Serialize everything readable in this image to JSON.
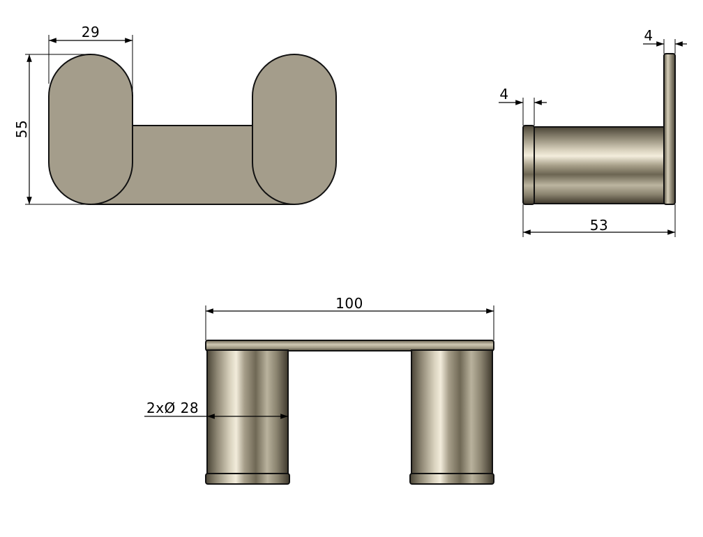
{
  "drawing": {
    "front_view": {
      "width_label": "29",
      "height_label": "55",
      "fill_color": "#a49d8b"
    },
    "side_view": {
      "plate_thickness_label": "4",
      "cap_thickness_label": "4",
      "depth_label": "53"
    },
    "top_view": {
      "width_label": "100",
      "diameter_label": "2xØ 28"
    },
    "colors": {
      "metal_dark": "#4a4436",
      "metal_mid": "#9b9480",
      "metal_light": "#ece6d4",
      "outline": "#111111"
    }
  }
}
